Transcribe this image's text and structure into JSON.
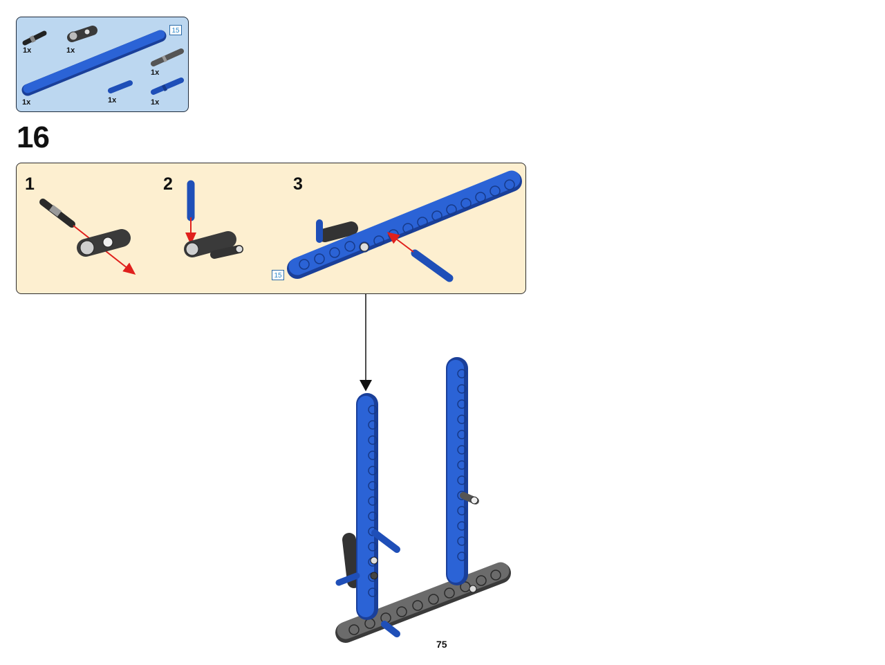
{
  "parts_list": {
    "items": [
      {
        "qty": "1x",
        "part": "black-axle-pin-icon"
      },
      {
        "qty": "1x",
        "part": "gray-cross-block-icon"
      },
      {
        "qty": "1x",
        "part": "gray-pin-icon"
      },
      {
        "qty": "1x",
        "part": "blue-beam-15-icon"
      },
      {
        "qty": "1x",
        "part": "blue-short-pin-icon"
      },
      {
        "qty": "1x",
        "part": "blue-long-pin-icon"
      }
    ],
    "beam_length": "15"
  },
  "step": {
    "number": "16",
    "substeps": [
      "1",
      "2",
      "3"
    ],
    "beam_length": "15"
  },
  "page_number": "75",
  "colors": {
    "parts_bg": "#bcd7f0",
    "panel_bg": "#fdefd0",
    "brick_blue": "#1f55c8",
    "dark_gray": "#555555",
    "arrow_red": "#e0201c"
  }
}
